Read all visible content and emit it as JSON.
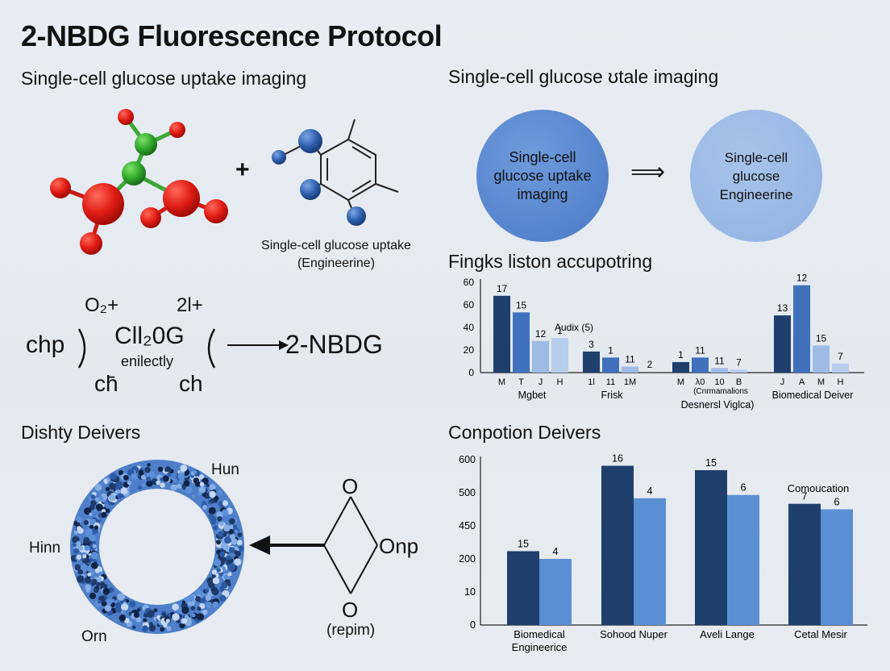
{
  "title": "2-NBDG Fluorescence Protocol",
  "left_top": {
    "heading": "Single-cell glucose uptake imaging",
    "plus": "+",
    "caption_line1": "Single-cell glucose uptake",
    "caption_line2": "(Engineerine)"
  },
  "equation": {
    "o2": "O₂+",
    "two_l": "2l+",
    "chp": "chp",
    "formula": "Cll₂0G",
    "sub": "enilectly",
    "ch_left": "ch̄",
    "ch_right": "ch",
    "product": "2-NBDG"
  },
  "right_top": {
    "heading": "Single-cell glucose ʊtale imaging",
    "circle1": [
      "Single-cell",
      "glucose uptake",
      "imaging"
    ],
    "circle2": [
      "Single-cell",
      "glucose",
      "Engineerine"
    ],
    "arrow": "⟹"
  },
  "chart1_heading": "Fingks liston accupotring",
  "chart2_heading": "Conpotion Deivers",
  "bottom_left": {
    "heading": "Dishty Deivers",
    "label_hun": "Hun",
    "label_hinn": "Hinn",
    "label_orn": "Orn",
    "label_o_top": "O",
    "label_onp": "Onp",
    "label_o_bottom": "O",
    "label_repim": "(repim)"
  },
  "chart_data": [
    {
      "type": "bar",
      "ylim": [
        0,
        60
      ],
      "yticks": [
        "60",
        "60",
        "40",
        "20",
        "0"
      ],
      "groups": [
        {
          "label": "Mgbet",
          "ticks": [
            "M",
            "T",
            "J",
            "H"
          ],
          "values": [
            51,
            40,
            21,
            23
          ],
          "labels": [
            "17",
            "15",
            "12",
            "1"
          ],
          "annotation": "Audix (5)"
        },
        {
          "label": "Frisk",
          "ticks": [
            "1l",
            "11",
            "1M"
          ],
          "values": [
            14,
            10,
            4
          ],
          "labels": [
            "3",
            "1",
            "11"
          ]
        },
        {
          "label": "Desnersl Viglca)",
          "ticks": [
            "M",
            "λ0",
            "10",
            "B"
          ],
          "values": [
            7,
            10,
            3,
            2
          ],
          "labels": [
            "1",
            "11",
            "11",
            "7"
          ],
          "extra_tick": "2",
          "sublabel": "(Cnrmamalions"
        },
        {
          "label": "Biomedical Deiver",
          "ticks": [
            "J",
            "A",
            "M",
            "H"
          ],
          "values": [
            38,
            58,
            18,
            6
          ],
          "labels": [
            "13",
            "12",
            "15",
            "7"
          ]
        }
      ]
    },
    {
      "type": "bar",
      "yticks": [
        "600",
        "500",
        "450",
        "200",
        "10",
        "0"
      ],
      "categories": [
        "Biomedical Engineerice",
        "Sohood Nuper",
        "Aveli Lange",
        "Cetal Mesir"
      ],
      "series": [
        {
          "values": [
            268,
            578,
            562,
            440
          ],
          "labels": [
            "15",
            "16",
            "15",
            "7"
          ],
          "color": "#1f3f6d"
        },
        {
          "values": [
            240,
            460,
            472,
            420
          ],
          "labels": [
            "4",
            "4",
            "6",
            "6"
          ],
          "color": "#5b8fd4"
        }
      ],
      "annotation": "Comoucation"
    }
  ]
}
